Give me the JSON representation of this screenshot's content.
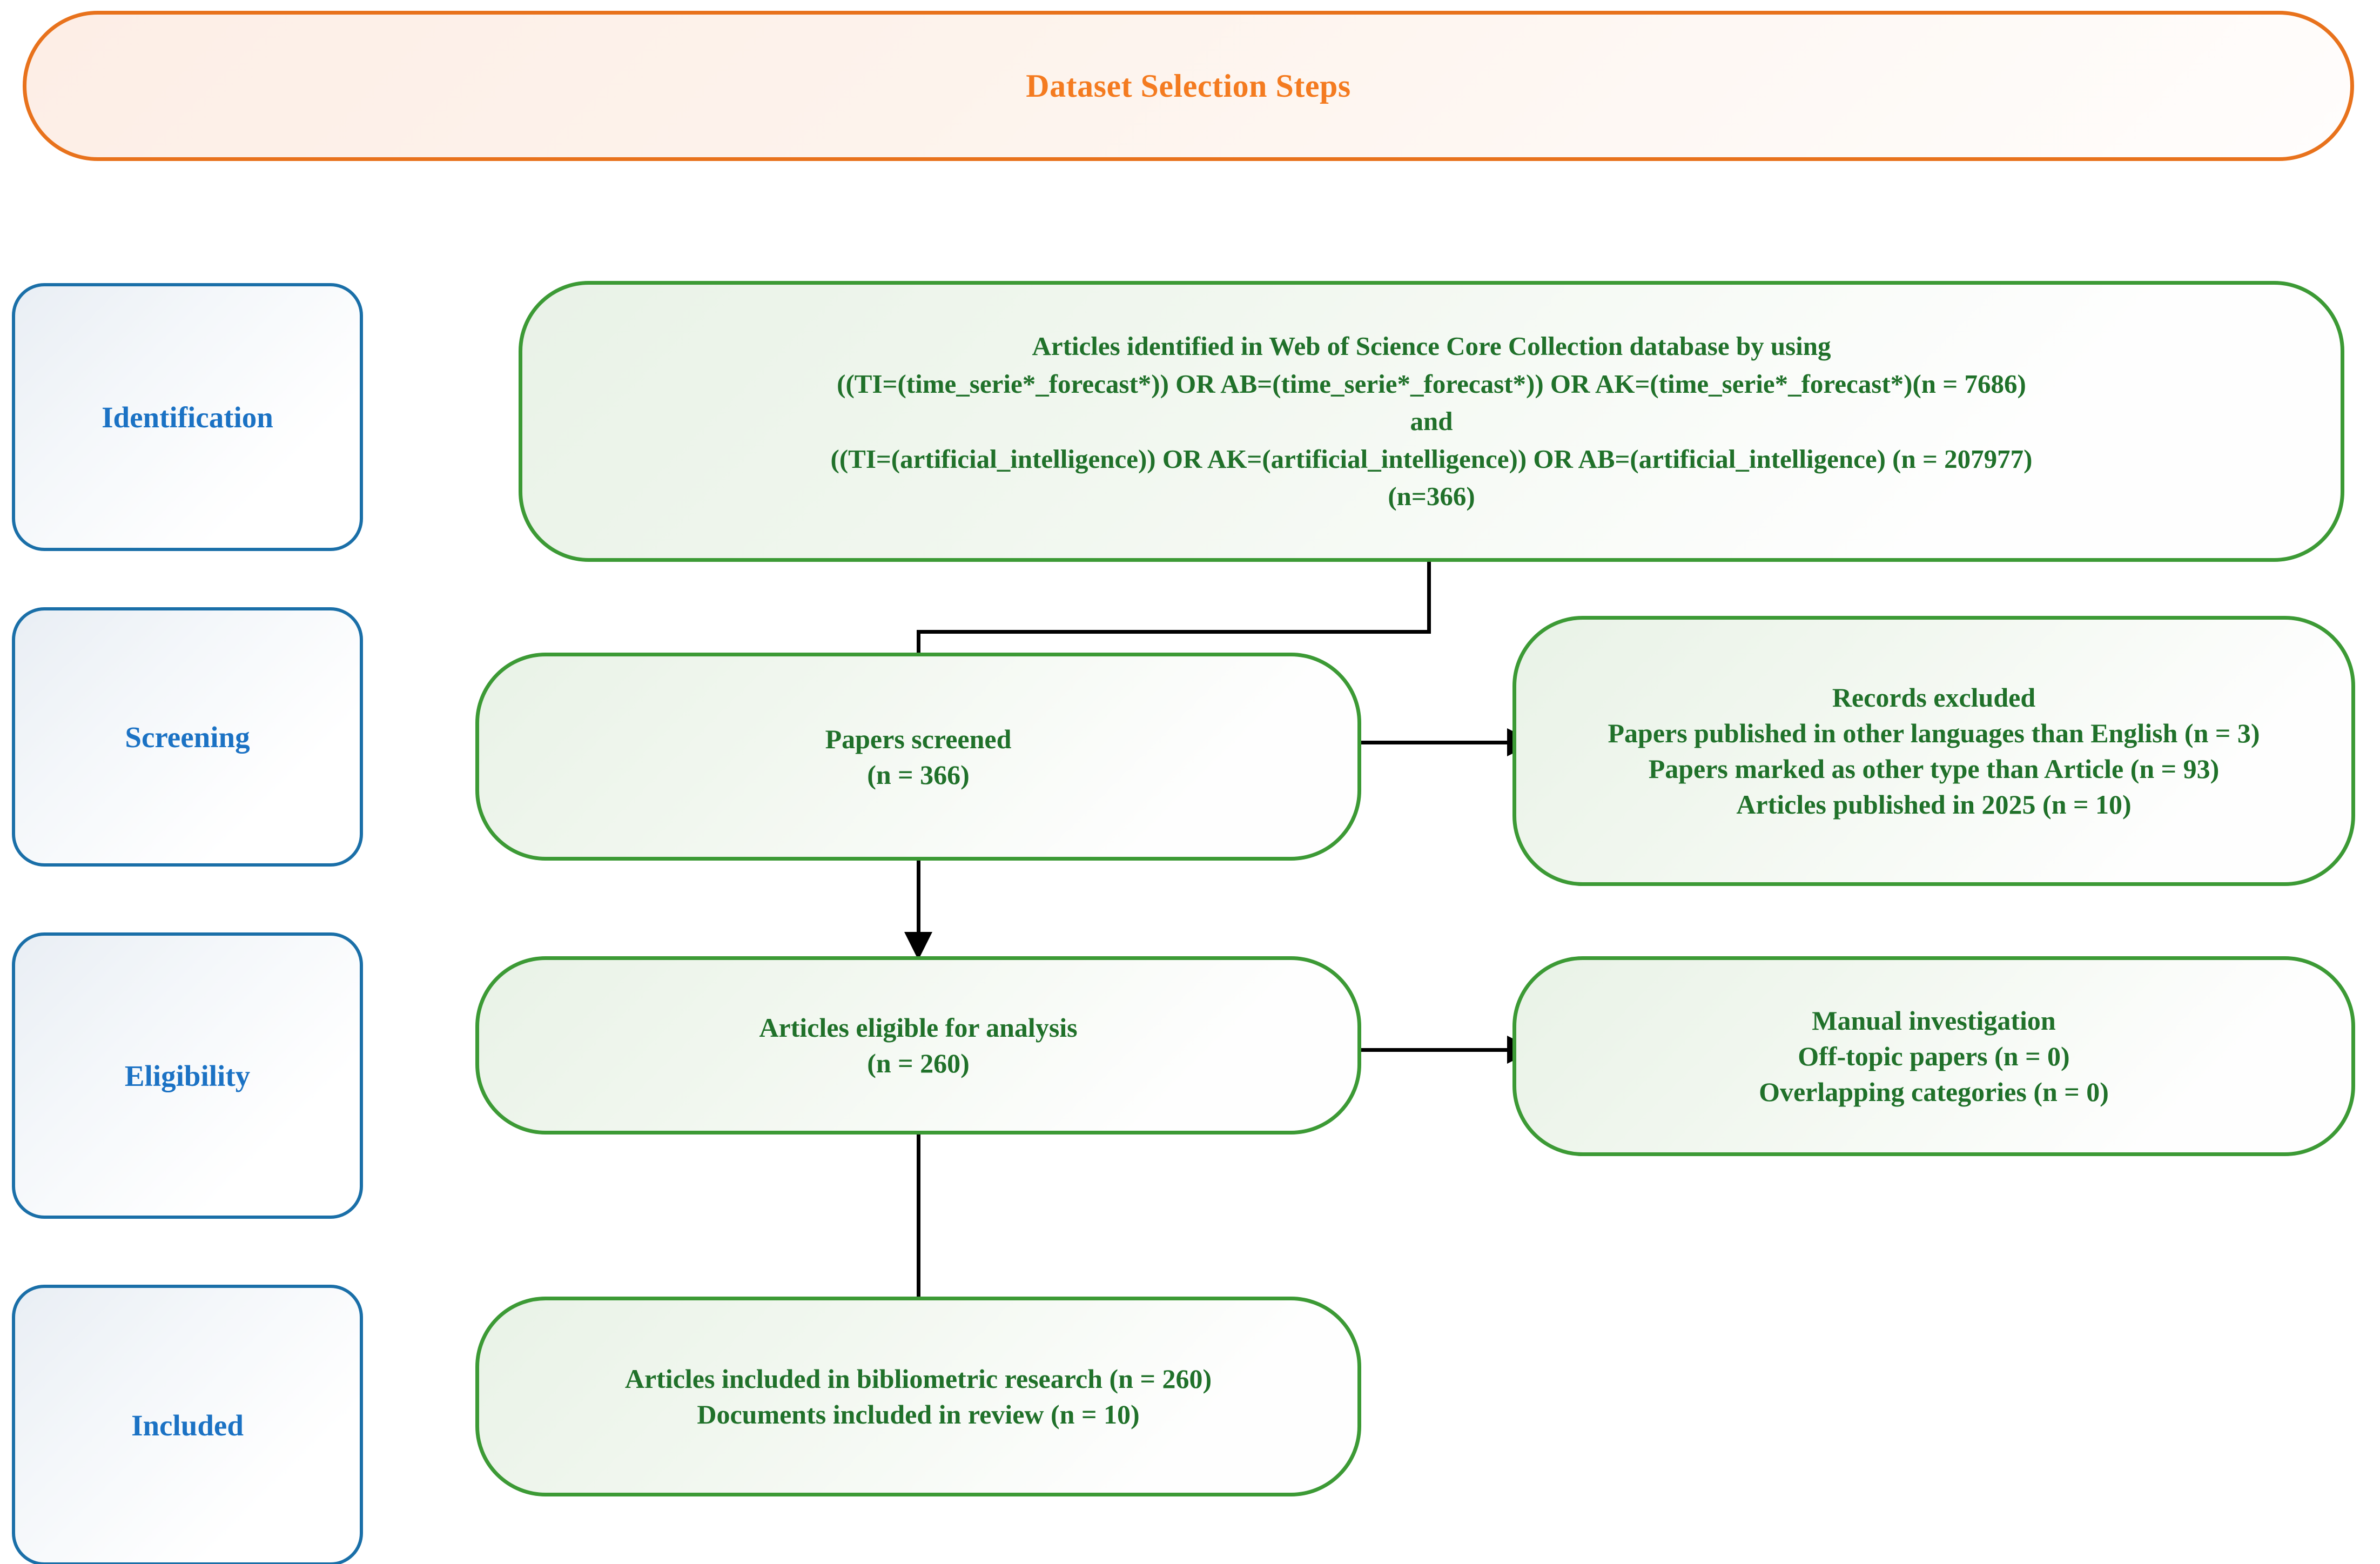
{
  "header": {
    "title": "Dataset Selection Steps",
    "accent_color": "#F47B20",
    "border_color": "#E8721C"
  },
  "colors": {
    "stage_border": "#1A6FA8",
    "stage_text": "#1B72C4",
    "flow_border": "#3C9A35",
    "flow_text": "#20712A",
    "connector": "#000000"
  },
  "stages": [
    {
      "label": "Identification"
    },
    {
      "label": "Screening"
    },
    {
      "label": "Eligibility"
    },
    {
      "label": "Included"
    }
  ],
  "flow": {
    "identification": "Articles identified in Web of Science Core Collection database by using\n((TI=(time_serie*_forecast*)) OR AB=(time_serie*_forecast*)) OR AK=(time_serie*_forecast*)(n = 7686)\nand\n((TI=(artificial_intelligence)) OR AK=(artificial_intelligence)) OR AB=(artificial_intelligence) (n = 207977)\n(n=366)",
    "screened": "Papers screened\n(n = 366)",
    "records_excluded": "Records excluded\nPapers published in other languages than English (n = 3)\nPapers marked as other type than Article (n = 93)\nArticles published in 2025 (n = 10)",
    "eligible": "Articles eligible for analysis\n(n = 260)",
    "manual_investigation": "Manual investigation\nOff-topic papers (n = 0)\nOverlapping categories (n = 0)",
    "included": "Articles included in bibliometric research (n = 260)\nDocuments included in review (n = 10)"
  }
}
